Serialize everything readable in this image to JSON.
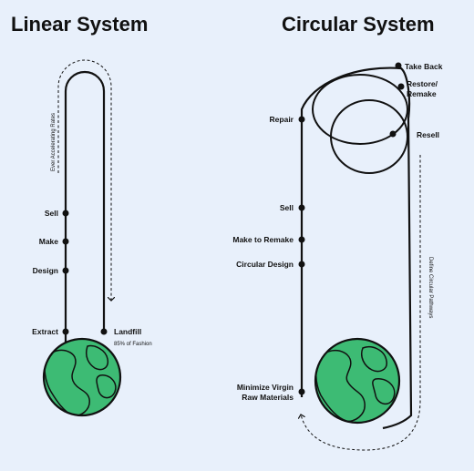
{
  "linear": {
    "title": "Linear System",
    "arrow_label": "Ever Accelerating Rates",
    "steps": [
      "Sell",
      "Make",
      "Design",
      "Extract",
      "Landfill"
    ],
    "landfill_note": "85% of Fashion"
  },
  "circular": {
    "title": "Circular System",
    "arrow_label": "Define Circular Pathways",
    "steps": [
      "Take Back",
      "Restore/",
      "Remake",
      "Resell",
      "Repair",
      "Sell",
      "Make to Remake",
      "Circular Design",
      "Minimize Virgin",
      "Raw Materials"
    ]
  },
  "colors": {
    "background": "#e8f0fb",
    "earth_land": "#3dbb74",
    "line": "#111111"
  },
  "icons": [
    "earth-globe-icon",
    "earth-globe-icon"
  ]
}
